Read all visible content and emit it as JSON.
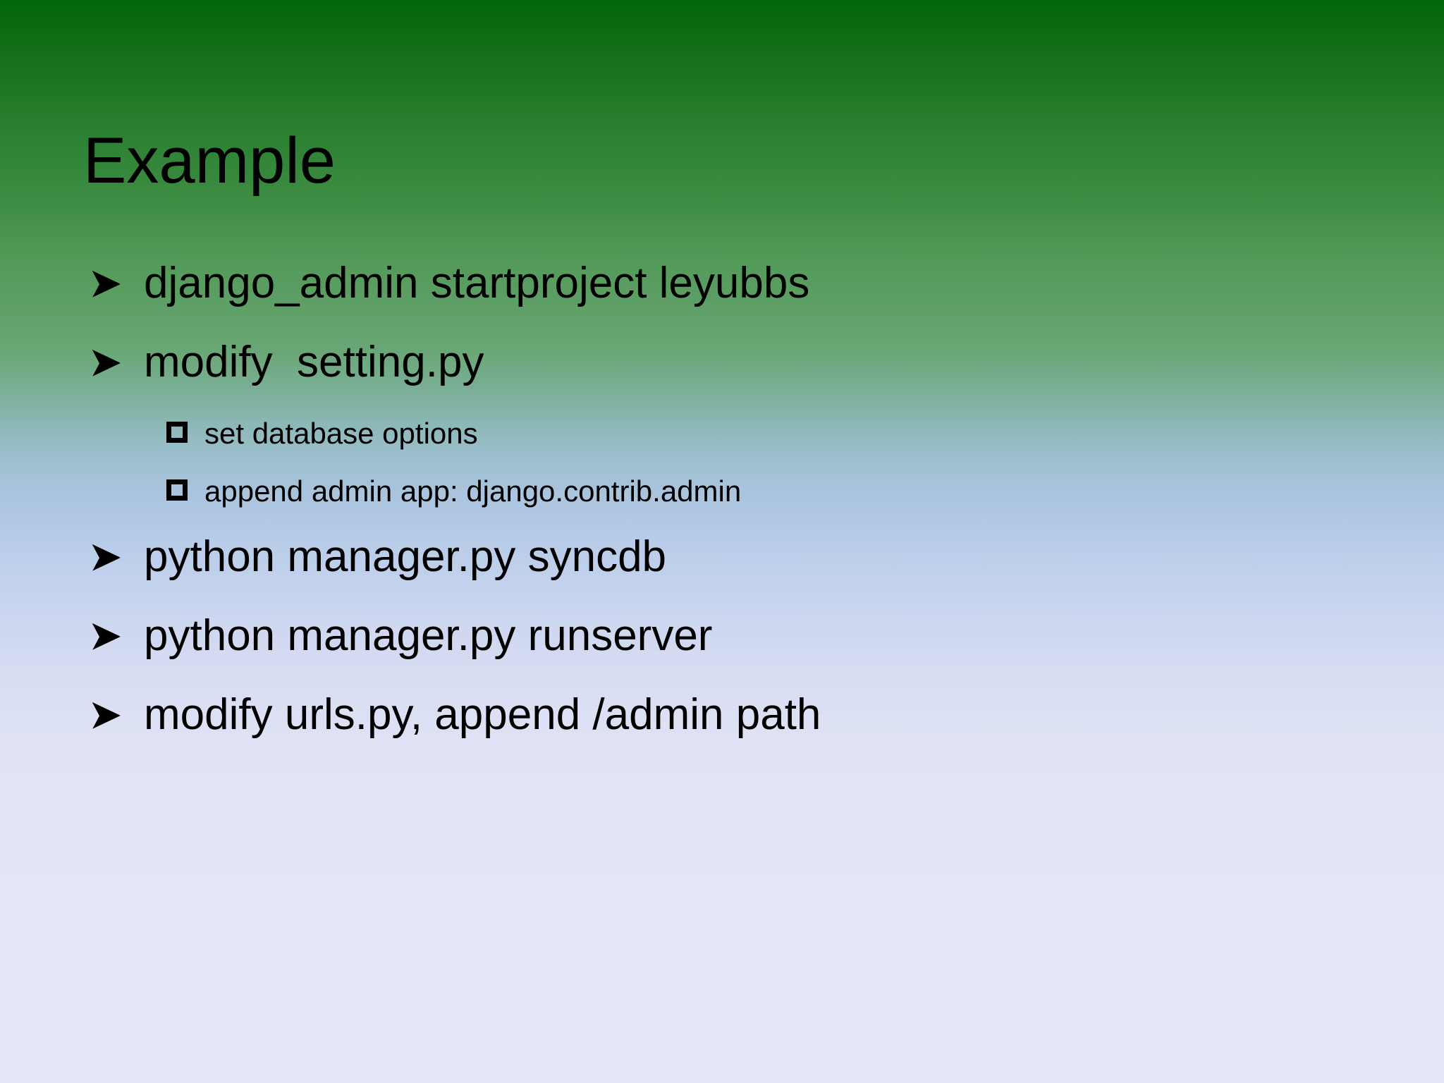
{
  "slide": {
    "title": "Example",
    "background": {
      "top_color": "#00660a",
      "mid_color": "#9dc0cf",
      "bottom_color": "#e6e8f7"
    },
    "text_color": "#000000",
    "bullets": [
      {
        "level": 1,
        "marker": "arrow-bullet-icon",
        "text": "django_admin startproject leyubbs"
      },
      {
        "level": 1,
        "marker": "arrow-bullet-icon",
        "text": "modify  setting.py"
      },
      {
        "level": 2,
        "marker": "square-bullet-icon",
        "text": "set database options"
      },
      {
        "level": 2,
        "marker": "square-bullet-icon",
        "text": "append admin app: django.contrib.admin"
      },
      {
        "level": 1,
        "marker": "arrow-bullet-icon",
        "text": "python manager.py syncdb"
      },
      {
        "level": 1,
        "marker": "arrow-bullet-icon",
        "text": "python manager.py runserver"
      },
      {
        "level": 1,
        "marker": "arrow-bullet-icon",
        "text": "modify urls.py, append /admin path"
      }
    ]
  }
}
